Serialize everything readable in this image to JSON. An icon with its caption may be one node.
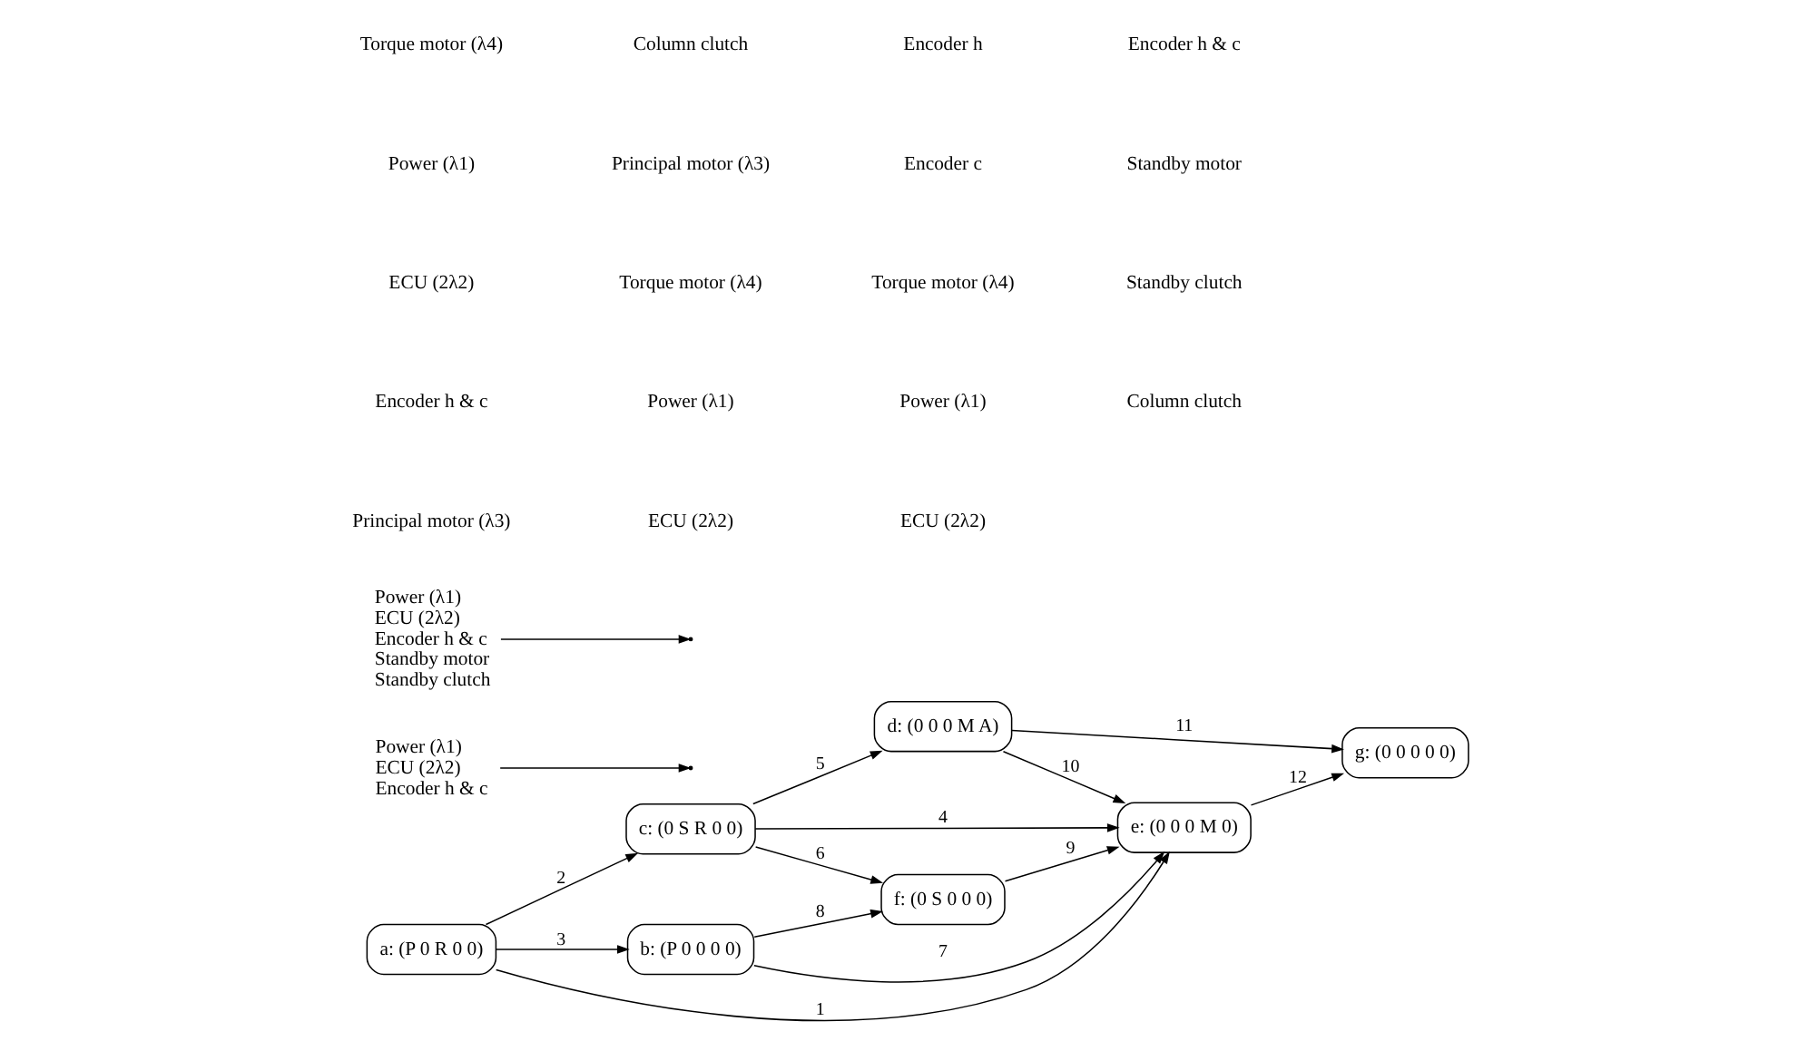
{
  "diagram": {
    "nodes": [
      {
        "text": [
          "a: (P 0 R 0 0)"
        ]
      },
      {
        "text": [
          "b: (P 0 0 0 0)"
        ]
      },
      {
        "text": [
          "c: (0 S R 0 0)"
        ]
      },
      {
        "text": [
          "d: (0 0 0 M A)"
        ]
      },
      {
        "text": [
          "e: (0 0 0 M 0)"
        ]
      },
      {
        "text": [
          "f: (0 S 0 0 0)"
        ]
      },
      {
        "text": [
          "g: (0 0 0 0 0)"
        ]
      },
      {
        "text": [
          "Power (λ1)",
          "ECU (2λ2)",
          "Encoder h & c"
        ]
      },
      {
        "text": [
          "Power (λ1)",
          "ECU (2λ2)",
          "Encoder h & c",
          "Standby motor",
          "Standby clutch"
        ]
      }
    ],
    "edges": [
      {
        "from": 0,
        "to": 4,
        "arrow": "to",
        "label": "1"
      },
      {
        "from": 0,
        "to": 2,
        "arrow": "to",
        "label": "2"
      },
      {
        "from": 0,
        "to": 1,
        "arrow": "to",
        "label": "3"
      },
      {
        "from": 2,
        "to": 4,
        "arrow": "to",
        "label": "4"
      },
      {
        "from": 2,
        "to": 3,
        "arrow": "to",
        "label": "5"
      },
      {
        "from": 2,
        "to": 5,
        "arrow": "to",
        "label": "6"
      },
      {
        "from": 1,
        "to": 4,
        "arrow": "to",
        "label": "7"
      },
      {
        "from": 1,
        "to": 5,
        "arrow": "to",
        "label": "8"
      },
      {
        "from": 5,
        "to": 4,
        "arrow": "to",
        "label": "9"
      },
      {
        "from": 3,
        "to": 4,
        "arrow": "to",
        "label": "10"
      },
      {
        "from": 3,
        "to": 6,
        "arrow": "to",
        "label": "11"
      },
      {
        "from": 4,
        "to": 6,
        "arrow": "to",
        "label": "12"
      },
      {
        "from": 7,
        "to": null,
        "arrow": "to"
      },
      {
        "from": 8,
        "to": null,
        "arrow": "to"
      }
    ],
    "labels": [
      "Torque motor (λ4)",
      "Power (λ1)",
      "ECU (2λ2)",
      "Encoder h & c",
      "Principal motor (λ3)",
      "Column clutch",
      "Principal motor (λ3)",
      "Torque motor (λ4)",
      "Power (λ1)",
      "ECU (2λ2)",
      "Encoder h",
      "Encoder c",
      "Torque motor (λ4)",
      "Power (λ1)",
      "ECU (2λ2)",
      "Encoder h & c",
      "Standby motor",
      "Standby clutch",
      "Column clutch"
    ]
  }
}
